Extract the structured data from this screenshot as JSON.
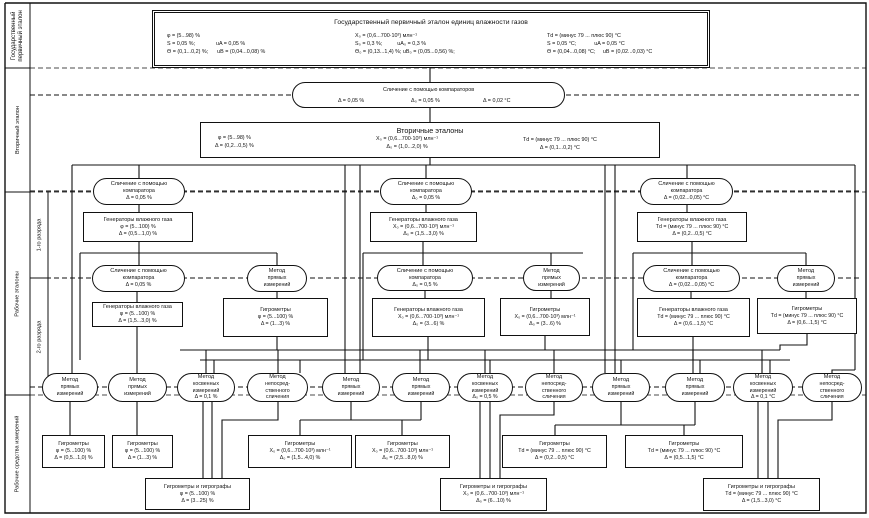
{
  "labels": {
    "primary": "Государственный первичный эталон",
    "secondary": "Вторичный эталон",
    "working": "Рабочие эталоны",
    "rank1": "1-го разряда",
    "rank2": "2-го разряда",
    "instruments": "Рабочие средства измерений"
  },
  "primary": {
    "title": "Государственный первичный эталон единиц влажности газов",
    "col1": "φ = (5...98) %\nS = 0,05 %;              uA = 0,05 %\nΘ = (0,1...0,2) %;      uB = (0,04...0,08) %",
    "col2": "X₀ = (0,6...700·10³) млн⁻¹\nS₀ = 0,3 %;          uA₀ = 0,3 %\nΘ₀ = (0,13...1,4) %; uB₀ = (0,05...0,56) %;",
    "col3": "Td = (минус 79 ... плюс 90) °C\nS = 0,05 °C;            uA = 0,05 °C\nΘ = (0,04...0,08) °C;     uB = (0,02...0,03) °C"
  },
  "comparator": {
    "title": "Сличение с помощью компараторов",
    "v1": "Δ = 0,05 %",
    "v2": "Δ₀ = 0,05 %",
    "v3": "Δ = 0,02 °C"
  },
  "secondary": {
    "title": "Вторичные эталоны",
    "left": [
      "φ = (5...98) %",
      "Δ = (0,2...0,5) %"
    ],
    "center": [
      "X₀ = (0,6...700·10³) млн⁻¹",
      "Δ₀ = (1,0...2,0) %"
    ],
    "right": [
      "Td = (минус 79 ... плюс 90) °C",
      "Δ = (0,1...0,2) °C"
    ]
  },
  "nodes": [
    {
      "id": "r1_cmp_l",
      "lines": [
        "Сличение с помощью",
        "компаратора",
        "Δ = 0,05 %"
      ]
    },
    {
      "id": "r1_cmp_m",
      "lines": [
        "Сличение с помощью",
        "компаратора",
        "Δ₀ = 0,05 %"
      ]
    },
    {
      "id": "r1_cmp_r",
      "lines": [
        "Сличение с помощью",
        "компаратора",
        "Δ = (0,02...0,05) °C"
      ]
    },
    {
      "id": "r1_gen_l",
      "lines": [
        "Генераторы влажного газа",
        "φ = (5...100) %",
        "Δ = (0,5...1,0) %"
      ]
    },
    {
      "id": "r1_gen_m",
      "lines": [
        "Генераторы влажного газа",
        "X₀ = (0,6...700·10³) млн⁻¹",
        "Δ₀ = (1,5...3,0) %"
      ]
    },
    {
      "id": "r1_gen_r",
      "lines": [
        "Генераторы влажного газа",
        "Td = (минус 79 ... плюс 90) °C",
        "Δ = (0,2...0,5) °C"
      ]
    },
    {
      "id": "r2_cmp_l",
      "lines": [
        "Сличение с помощью",
        "компаратора",
        "Δ = 0,05 %"
      ]
    },
    {
      "id": "r2_meth_l",
      "lines": [
        "Метод",
        "прямых",
        "измерений"
      ]
    },
    {
      "id": "r2_cmp_m",
      "lines": [
        "Сличение с помощью",
        "компаратора",
        "Δ₀ = 0,5 %"
      ]
    },
    {
      "id": "r2_meth_m",
      "lines": [
        "Метод",
        "прямых",
        "измерений"
      ]
    },
    {
      "id": "r2_cmp_r",
      "lines": [
        "Сличение с помощью",
        "компаратора",
        "Δ = (0,02...0,05) °C"
      ]
    },
    {
      "id": "r2_meth_r",
      "lines": [
        "Метод",
        "прямых",
        "измерений"
      ]
    },
    {
      "id": "r2_gen_l",
      "lines": [
        "Генераторы влажного газа",
        "φ = (5...100) %",
        "Δ = (1,5...3,0) %"
      ]
    },
    {
      "id": "r2_hyg_l",
      "lines": [
        "Гигрометры",
        "φ = (5...100) %",
        "Δ = (1...3) %"
      ]
    },
    {
      "id": "r2_gen_m",
      "lines": [
        "Генераторы влажного газа",
        "X₀ = (0,6...700·10³) млн⁻¹",
        "Δ₀ = (3...6) %"
      ]
    },
    {
      "id": "r2_hyg_m",
      "lines": [
        "Гигрометры",
        "X₀ = (0,6...700·10³) млн⁻¹",
        "Δ₀ = (3...6) %"
      ]
    },
    {
      "id": "r2_gen_r",
      "lines": [
        "Генераторы влажного газа",
        "Td = (минус 79 ... плюс 90) °C",
        "Δ = (0,6...1,5) °C"
      ]
    },
    {
      "id": "r2_hyg_r",
      "lines": [
        "Гигрометры",
        "Td = (минус 79 ... плюс 90) °C",
        "Δ = (0,6...1,5) °C"
      ]
    },
    {
      "id": "b1",
      "lines": [
        "Метод",
        "прямых",
        "измерений"
      ]
    },
    {
      "id": "b2",
      "lines": [
        "Метод",
        "прямых",
        "измерений"
      ]
    },
    {
      "id": "b3",
      "lines": [
        "Метод",
        "косвенных",
        "измерений",
        "Δ = 0,1 %"
      ]
    },
    {
      "id": "b4",
      "lines": [
        "Метод",
        "непосред-",
        "ственного",
        "сличения"
      ]
    },
    {
      "id": "b5",
      "lines": [
        "Метод",
        "прямых",
        "измерений"
      ]
    },
    {
      "id": "b6",
      "lines": [
        "Метод",
        "прямых",
        "измерений"
      ]
    },
    {
      "id": "b7",
      "lines": [
        "Метод",
        "косвенных",
        "измерений",
        "Δ₀ = 0,5 %"
      ]
    },
    {
      "id": "b8",
      "lines": [
        "Метод",
        "непосред-",
        "ственного",
        "сличения"
      ]
    },
    {
      "id": "b9",
      "lines": [
        "Метод",
        "прямых",
        "измерений"
      ]
    },
    {
      "id": "b10",
      "lines": [
        "Метод",
        "прямых",
        "измерений"
      ]
    },
    {
      "id": "b11",
      "lines": [
        "Метод",
        "косвенных",
        "измерений",
        "Δ = 0,1 °C"
      ]
    },
    {
      "id": "b12",
      "lines": [
        "Метод",
        "непосред-",
        "ственного",
        "сличения"
      ]
    },
    {
      "id": "h1",
      "lines": [
        "Гигрометры",
        "φ = (5...100) %",
        "Δ = (0,5...1,0) %"
      ]
    },
    {
      "id": "h2",
      "lines": [
        "Гигрометры",
        "φ = (5...100) %",
        "Δ = (1...3) %"
      ]
    },
    {
      "id": "h3",
      "lines": [
        "Гигрометры",
        "X₀ = (0,6...700·10³) млн⁻¹",
        "Δ₀ = (1,5...4,0) %"
      ]
    },
    {
      "id": "h4",
      "lines": [
        "Гигрометры",
        "X₀ = (0,6...700·10³) млн⁻¹",
        "Δ₀ = (2,5...8,0) %"
      ]
    },
    {
      "id": "h5",
      "lines": [
        "Гигрометры",
        "Td = (минус 79 ... плюс 90) °C",
        "Δ = (0,2...0,5) °C"
      ]
    },
    {
      "id": "h6",
      "lines": [
        "Гигрометры",
        "Td = (минус 79 ... плюс 90) °C",
        "Δ = (0,5...1,5) °C"
      ]
    },
    {
      "id": "g1",
      "lines": [
        "Гигрометры и гигрографы",
        "φ = (5...100) %",
        "Δ = (3...25) %"
      ]
    },
    {
      "id": "g2",
      "lines": [
        "Гигрометры и гигрографы",
        "X₀ = (0,6...700·10³) млн⁻¹",
        "Δ₀ = (6...10) %"
      ]
    },
    {
      "id": "g3",
      "lines": [
        "Гигрометры и гигрографы",
        "Td = (минус 79 ... плюс 90) °C",
        "Δ = (1,5...3,0) °C"
      ]
    }
  ]
}
